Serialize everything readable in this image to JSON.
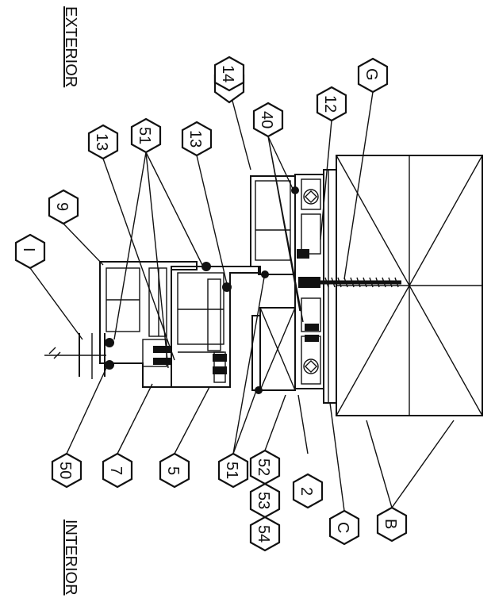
{
  "labels": {
    "exterior": "EXTERIOR",
    "interior": "INTERIOR"
  },
  "callouts": {
    "c14": "14",
    "c40": "40",
    "c12": "12",
    "cG": "G",
    "c13a": "13",
    "c51a": "51",
    "c13b": "13",
    "c9": "9",
    "cI": "I",
    "c50": "50",
    "c7": "7",
    "c5": "5",
    "c51b": "51",
    "c52": "52",
    "c53": "53",
    "c54": "54",
    "c2": "2",
    "cC": "C",
    "cB": "B"
  }
}
